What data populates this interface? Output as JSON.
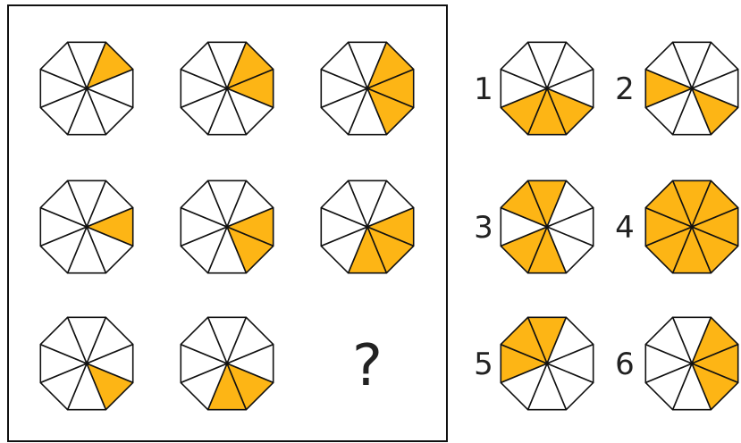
{
  "colors": {
    "fill": "#FDB515",
    "stroke": "#111111",
    "empty": "#ffffff"
  },
  "matrix": {
    "rows": [
      [
        {
          "filled": [
            1
          ]
        },
        {
          "filled": [
            1,
            2
          ]
        },
        {
          "filled": [
            1,
            2,
            3
          ]
        }
      ],
      [
        {
          "filled": [
            2
          ]
        },
        {
          "filled": [
            2,
            3
          ]
        },
        {
          "filled": [
            2,
            3,
            4
          ]
        }
      ],
      [
        {
          "filled": [
            3
          ]
        },
        {
          "filled": [
            3,
            4
          ]
        },
        {
          "missing": true,
          "label": "?"
        }
      ]
    ]
  },
  "options": [
    {
      "label": "1",
      "filled": [
        3,
        4,
        5
      ]
    },
    {
      "label": "2",
      "filled": [
        3,
        6
      ]
    },
    {
      "label": "3",
      "filled": [
        0,
        7,
        4,
        5
      ]
    },
    {
      "label": "4",
      "filled": [
        0,
        1,
        2,
        3,
        4,
        5,
        6,
        7
      ]
    },
    {
      "label": "5",
      "filled": [
        0,
        6,
        7
      ]
    },
    {
      "label": "6",
      "filled": [
        1,
        2,
        3
      ]
    }
  ]
}
